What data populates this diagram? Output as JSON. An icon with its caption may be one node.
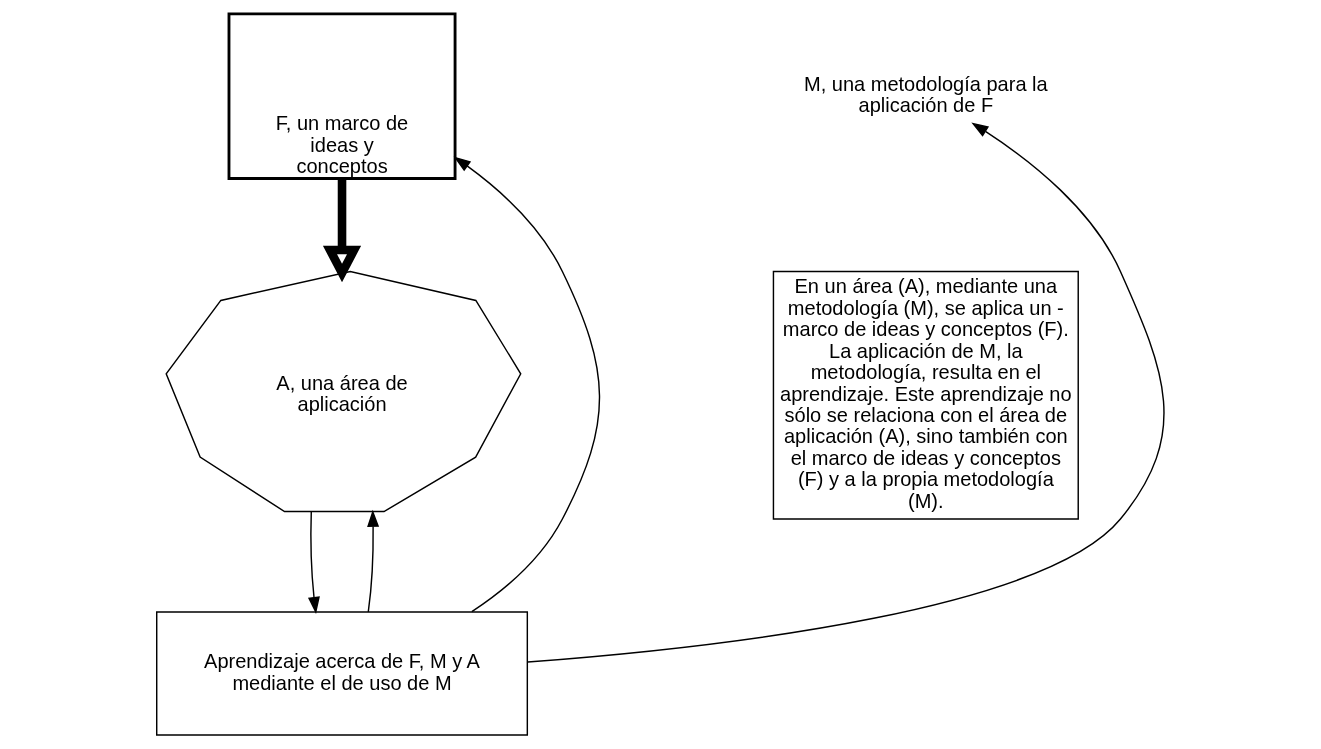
{
  "diagram": {
    "nodes": [
      {
        "text": [
          "F, un marco de ideas y conceptos"
        ]
      },
      {
        "text": [
          "M, una metodología para la aplicación de F"
        ]
      },
      {
        "text": [
          "A, una área de aplicación"
        ]
      },
      {
        "text": [
          "Aprendizaje acerca de F, M y A mediante el de uso de M"
        ]
      }
    ],
    "edges": [
      {
        "from": 0,
        "to": 2,
        "arrow": "to",
        "style": "thick"
      },
      {
        "from": 3,
        "to": 0,
        "arrow": "to"
      },
      {
        "from": 3,
        "to": 1,
        "arrow": "to"
      },
      {
        "from": 3,
        "to": 2,
        "arrow": "to"
      },
      {
        "from": 2,
        "to": 3,
        "arrow": "to"
      }
    ],
    "labels": [
      "En un área (A), mediante una metodología (M), se aplica un - marco de ideas y conceptos (F). La aplicación de M, la metodología, resulta en el aprendizaje. Este aprendizaje no sólo se relaciona con el área de aplicación (A), sino también con el marco de ideas y conceptos (F) y a la propia metodología (M)."
    ]
  }
}
